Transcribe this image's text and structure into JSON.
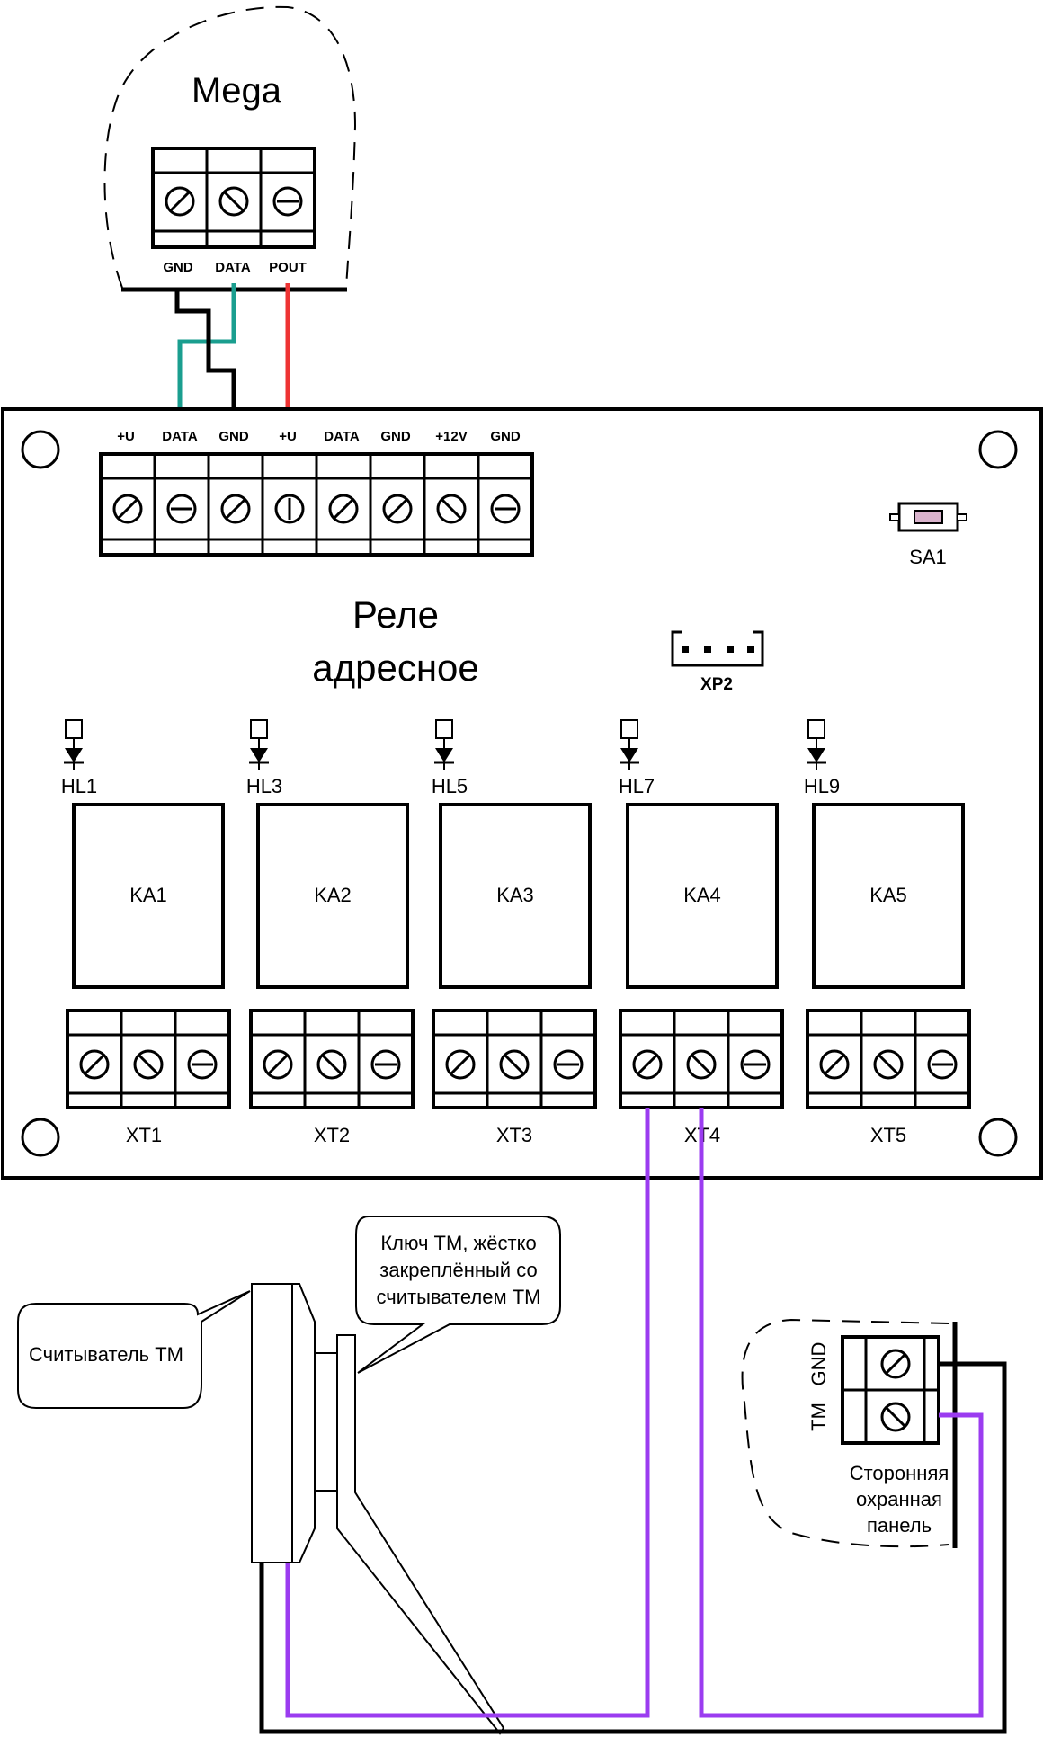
{
  "mega": {
    "title": "Mega",
    "pins": [
      "GND",
      "DATA",
      "POUT"
    ]
  },
  "board": {
    "title_line1": "Реле",
    "title_line2": "адресное",
    "top_pins": [
      "+U",
      "DATA",
      "GND",
      "+U",
      "DATA",
      "GND",
      "+12V",
      "GND"
    ],
    "button_label": "SA1",
    "connector_label": "XP2",
    "leds": [
      "HL1",
      "HL3",
      "HL5",
      "HL7",
      "HL9"
    ],
    "relays": [
      "KA1",
      "KA2",
      "KA3",
      "KA4",
      "KA5"
    ],
    "terminals": [
      "XT1",
      "XT2",
      "XT3",
      "XT4",
      "XT5"
    ]
  },
  "reader": {
    "label": "Считыватель ТМ",
    "key_callout": "Ключ ТМ, жёстко закреплённый со считывателем ТМ",
    "key_callout_lines": [
      "Ключ ТМ, жёстко",
      "закреплённый со",
      "считывателем ТМ"
    ]
  },
  "panel": {
    "label_lines": [
      "Сторонняя",
      "охранная",
      "панель"
    ],
    "pins": [
      "GND",
      "TM"
    ]
  },
  "colors": {
    "wire_data": "#1a9e8f",
    "wire_gnd": "#000000",
    "wire_power": "#ee3333",
    "wire_tm": "#9b3cf0",
    "button_fill": "#d9b3cc"
  }
}
